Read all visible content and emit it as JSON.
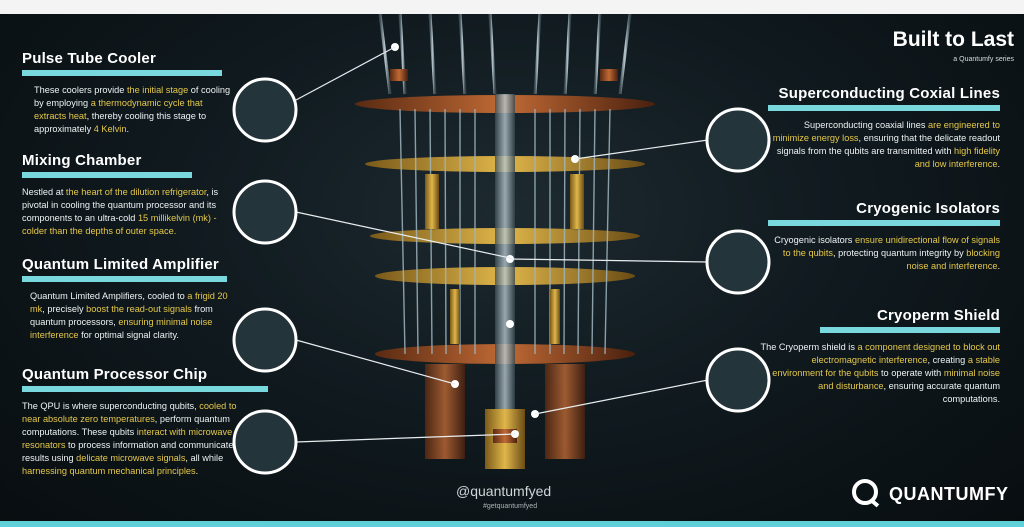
{
  "header": {
    "title": "Built to Last",
    "subtitle": "a Quantumfy series"
  },
  "sections": {
    "pulse_tube": {
      "title": "Pulse Tube Cooler",
      "segments": [
        {
          "t": "These coolers provide ",
          "h": false
        },
        {
          "t": "the initial stage",
          "h": true
        },
        {
          "t": " of cooling by employing ",
          "h": false
        },
        {
          "t": "a thermodynamic cycle that extracts heat",
          "h": true
        },
        {
          "t": ", thereby cooling this stage to approximately ",
          "h": false
        },
        {
          "t": "4 Kelvin",
          "h": true
        },
        {
          "t": ".",
          "h": false
        }
      ]
    },
    "mixing_chamber": {
      "title": "Mixing Chamber",
      "segments": [
        {
          "t": "Nestled at ",
          "h": false
        },
        {
          "t": "the heart of the dilution refrigerator",
          "h": true
        },
        {
          "t": ", is pivotal in cooling the quantum processor and its components to an ultra-cold ",
          "h": false
        },
        {
          "t": "15 millikelvin (mk) - colder than the depths of outer space.",
          "h": true
        }
      ]
    },
    "qla": {
      "title": "Quantum Limited Amplifier",
      "segments": [
        {
          "t": "Quantum Limited Amplifiers, cooled to ",
          "h": false
        },
        {
          "t": "a frigid 20 mk",
          "h": true
        },
        {
          "t": ", precisely ",
          "h": false
        },
        {
          "t": "boost the read-out signals",
          "h": true
        },
        {
          "t": " from quantum processors, ",
          "h": false
        },
        {
          "t": "ensuring minimal noise interference",
          "h": true
        },
        {
          "t": " for optimal signal clarity.",
          "h": false
        }
      ]
    },
    "qpu": {
      "title": "Quantum Processor Chip",
      "segments": [
        {
          "t": "The QPU is where superconducting qubits, ",
          "h": false
        },
        {
          "t": "cooled to near absolute zero temperatures",
          "h": true
        },
        {
          "t": ", perform quantum computations. These qubits ",
          "h": false
        },
        {
          "t": "interact with microwave resonators",
          "h": true
        },
        {
          "t": " to process information and communicate results using ",
          "h": false
        },
        {
          "t": "delicate microwave signals",
          "h": true
        },
        {
          "t": ", all while ",
          "h": false
        },
        {
          "t": "harnessing quantum mechanical principles",
          "h": true
        },
        {
          "t": ".",
          "h": false
        }
      ]
    },
    "coax": {
      "title": "Superconducting Coxial Lines",
      "segments": [
        {
          "t": "Superconducting coaxial lines ",
          "h": false
        },
        {
          "t": "are engineered to minimize energy loss",
          "h": true
        },
        {
          "t": ", ensuring that the delicate readout signals from the qubits are transmitted with ",
          "h": false
        },
        {
          "t": "high fidelity and low interference",
          "h": true
        },
        {
          "t": ".",
          "h": false
        }
      ]
    },
    "isolators": {
      "title": "Cryogenic Isolators",
      "segments": [
        {
          "t": "Cryogenic isolators ",
          "h": false
        },
        {
          "t": "ensure unidirectional flow of signals to the qubits",
          "h": true
        },
        {
          "t": ", protecting quantum integrity by ",
          "h": false
        },
        {
          "t": "blocking noise and interference",
          "h": true
        },
        {
          "t": ".",
          "h": false
        }
      ]
    },
    "cryoperm": {
      "title": "Cryoperm Shield",
      "segments": [
        {
          "t": "The Cryoperm shield is ",
          "h": false
        },
        {
          "t": "a component designed to block out electromagnetic interference",
          "h": true
        },
        {
          "t": ", creating ",
          "h": false
        },
        {
          "t": "a stable environment for the qubits",
          "h": true
        },
        {
          "t": " to operate with ",
          "h": false
        },
        {
          "t": "minimal noise and disturbance",
          "h": true
        },
        {
          "t": ", ensuring accurate quantum computations.",
          "h": false
        }
      ]
    }
  },
  "footer": {
    "handle": "@quantumfyed",
    "hashtag": "#getquantumfyed",
    "brand": "QUANTUMFY"
  },
  "colors": {
    "accent": "#79d8de",
    "highlight": "#e6c94a",
    "background": "#0b1216",
    "gold": "#c9a23a"
  }
}
